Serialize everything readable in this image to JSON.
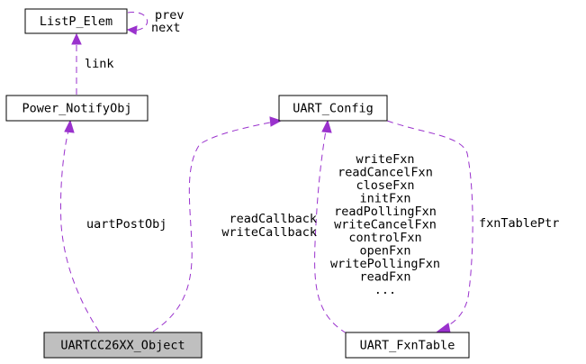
{
  "nodes": {
    "listp_elem": "ListP_Elem",
    "power_notify_obj": "Power_NotifyObj",
    "uart_config": "UART_Config",
    "uartcc26xx_object": "UARTCC26XX_Object",
    "uart_fxn_table": "UART_FxnTable"
  },
  "edge_labels": {
    "self_loop": [
      "prev",
      "next"
    ],
    "link": "link",
    "uart_post_obj": "uartPostObj",
    "callbacks": [
      "readCallback",
      "writeCallback"
    ],
    "fxn_members": [
      "writeFxn",
      "readCancelFxn",
      "closeFxn",
      "initFxn",
      "readPollingFxn",
      "writeCancelFxn",
      "controlFxn",
      "openFxn",
      "writePollingFxn",
      "readFxn",
      "..."
    ],
    "fxn_table_ptr": "fxnTablePtr"
  },
  "colors": {
    "edge": "#9a32cd",
    "highlight_fill": "#bfbfbf"
  }
}
